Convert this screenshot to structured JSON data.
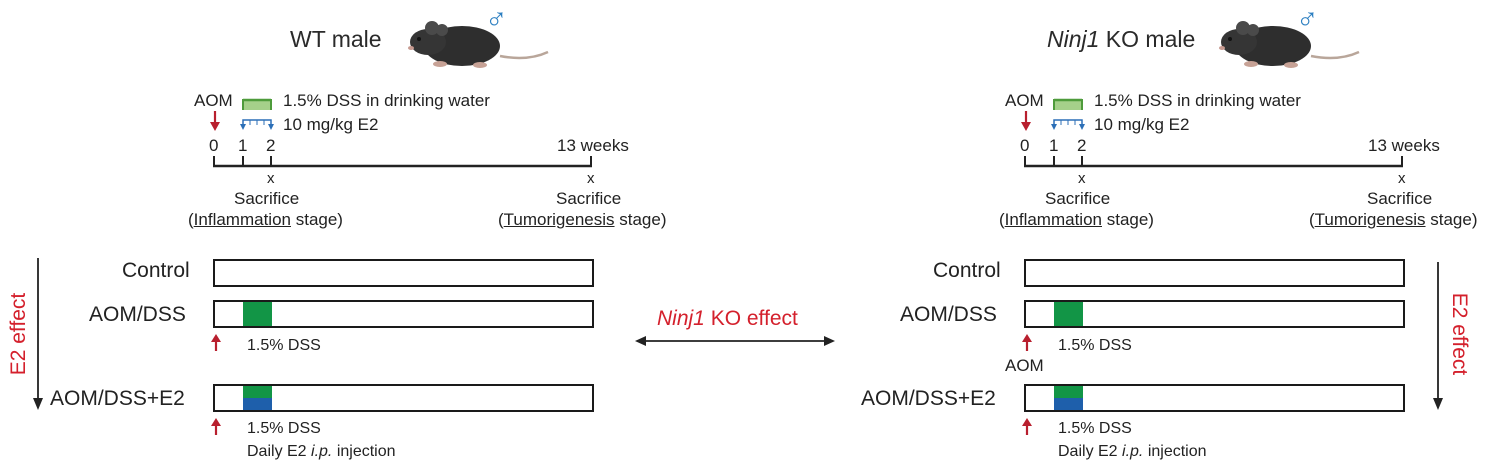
{
  "wt": {
    "title": "WT male",
    "male_symbol": "♂",
    "mouse": "mouse-image",
    "aom_label": "AOM",
    "dss_label": "1.5% DSS in drinking water",
    "e2_label": "10 mg/kg E2",
    "ticks": [
      "0",
      "1",
      "2",
      "13 weeks"
    ],
    "sac_mark": "x",
    "sac1_word": "Sacrifice",
    "sac1_stage_open": "(",
    "sac1_stage_key": "Inflammation",
    "sac1_stage_rest": " stage)",
    "sac2_word": "Sacrifice",
    "sac2_stage_open": "(",
    "sac2_stage_key": "Tumorigenesis",
    "sac2_stage_rest": " stage)",
    "groups": [
      "Control",
      "AOM/DSS",
      "AOM/DSS+E2"
    ],
    "dss_note_2": "1.5% DSS",
    "dss_note_3": "1.5% DSS",
    "e2_note_pre": "Daily E2 ",
    "e2_note_ip": "i.p.",
    "e2_note_post": " injection",
    "effect": "E2 effect"
  },
  "ko": {
    "title_gene": "Ninj1",
    "title_rest": " KO male",
    "male_symbol": "♂",
    "mouse": "mouse-image",
    "aom_label": "AOM",
    "dss_label": "1.5% DSS in drinking water",
    "e2_label": "10 mg/kg E2",
    "ticks": [
      "0",
      "1",
      "2",
      "13 weeks"
    ],
    "sac_mark": "x",
    "sac1_word": "Sacrifice",
    "sac1_stage_open": "(",
    "sac1_stage_key": "Inflammation",
    "sac1_stage_rest": " stage)",
    "sac2_word": "Sacrifice",
    "sac2_stage_open": "(",
    "sac2_stage_key": "Tumorigenesis",
    "sac2_stage_rest": " stage)",
    "groups": [
      "Control",
      "AOM/DSS",
      "AOM/DSS+E2"
    ],
    "dss_note_2": "1.5% DSS",
    "aom_note_2": "AOM",
    "dss_note_3": "1.5% DSS",
    "e2_note_pre": "Daily E2 ",
    "e2_note_ip": "i.p.",
    "e2_note_post": " injection",
    "effect": "E2 effect"
  },
  "middle": {
    "gene": "Ninj1",
    "rest": " KO effect"
  },
  "colors": {
    "dss": "#129546",
    "e2": "#1e5fab",
    "arrow_red": "#b81f2e",
    "effect_red": "#d4202c",
    "male_blue": "#2c7fc1"
  }
}
